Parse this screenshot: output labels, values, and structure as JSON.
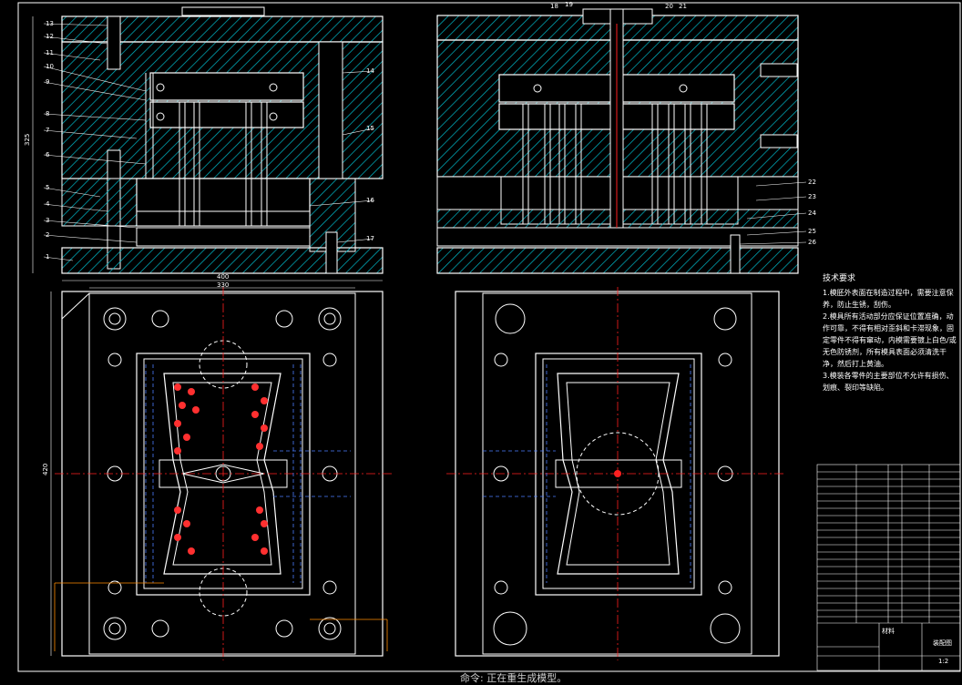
{
  "part_numbers_left": [
    "13",
    "12",
    "11",
    "10",
    "9",
    "8",
    "7",
    "6",
    "5",
    "4",
    "3",
    "2",
    "1"
  ],
  "part_numbers_right_left_view": [
    "14",
    "15",
    "16",
    "17"
  ],
  "part_numbers_right_view": [
    "18",
    "19",
    "20",
    "21",
    "22",
    "23",
    "24",
    "25",
    "26"
  ],
  "dimensions": {
    "overall_width": "400",
    "inner_width": "330",
    "height_label": "325",
    "length_label": "420"
  },
  "tech_requirements": {
    "title": "技术要求",
    "items": [
      "1.模胚外表面在制造过程中，需要注意保养，防止生锈，刮伤。",
      "2.模具所有活动部分应保证位置准确，动作可靠，不得有相对歪斜和卡滞现象，固定零件不得有窜动，内模需要镀上白色/或无色防锈剂，所有模具表面必须清洗干净，然后打上黄油。",
      "3.模装各零件的主要部位不允许有损伤、划痕、裂印等缺陷。"
    ]
  },
  "title_block": {
    "material_label": "材料",
    "drawing_label": "装配图",
    "scale": "1:2"
  },
  "command_line": "命令: 正在重生成模型。",
  "colors": {
    "outline": "#ffffff",
    "hatch": "#00b8c8",
    "centerline": "#ff2020",
    "hidden": "#4a7dff",
    "dimension": "#ff8c00"
  }
}
